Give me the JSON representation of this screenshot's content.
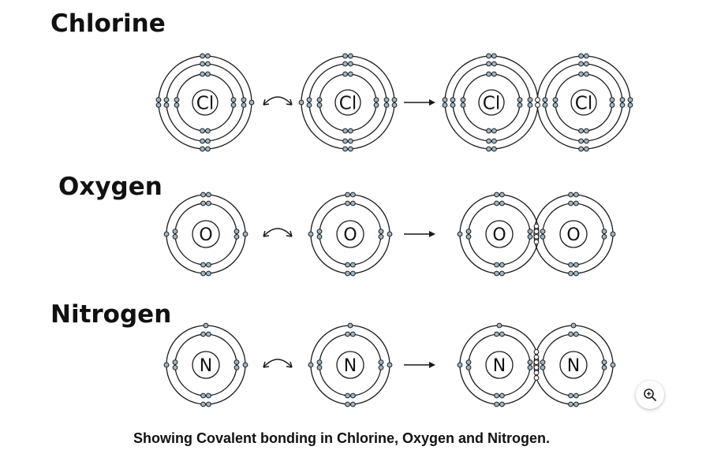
{
  "sections": [
    {
      "heading": "Chlorine",
      "symbol": "Cl",
      "inner_shells": 2,
      "valence_electrons": 7,
      "bond_order": 1
    },
    {
      "heading": "Oxygen",
      "symbol": "O",
      "inner_shells": 1,
      "valence_electrons": 6,
      "bond_order": 2
    },
    {
      "heading": "Nitrogen",
      "symbol": "N",
      "inner_shells": 1,
      "valence_electrons": 5,
      "bond_order": 3
    }
  ],
  "caption": "Showing Covalent bonding in Chlorine, Oxygen and Nitrogen.",
  "colors": {
    "electron_fill": "#9fb6c4",
    "line": "#1a1a1a",
    "text": "#111111"
  },
  "zoom_button": {
    "icon": "zoom-in-icon"
  }
}
